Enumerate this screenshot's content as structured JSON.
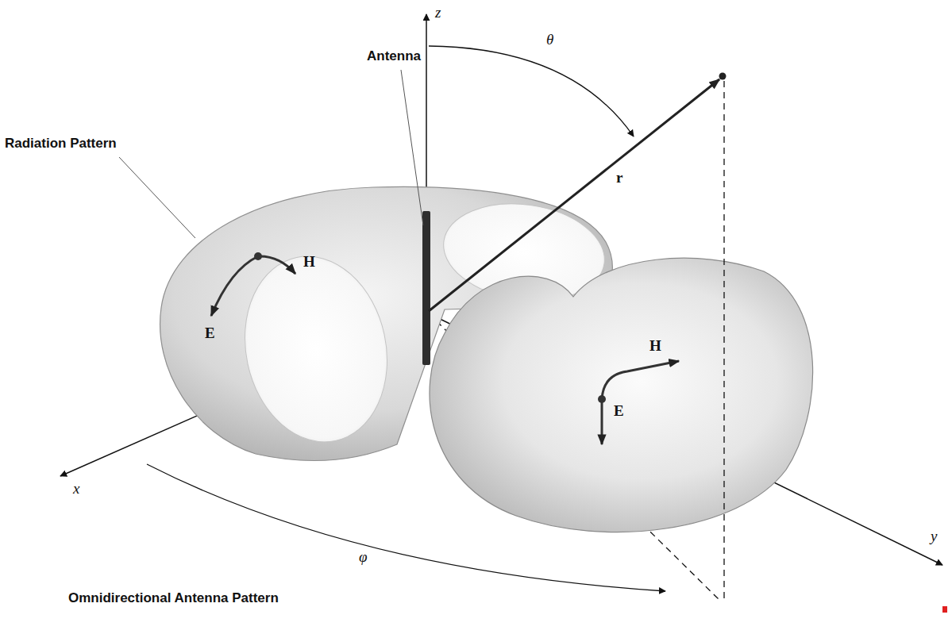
{
  "diagram": {
    "caption": "Omnidirectional Antenna Pattern",
    "labels": [
      "z",
      "θ",
      "Antenna",
      "r",
      "Radiation Pattern",
      "H",
      "E",
      "H",
      "E",
      "x",
      "φ",
      "y"
    ]
  }
}
